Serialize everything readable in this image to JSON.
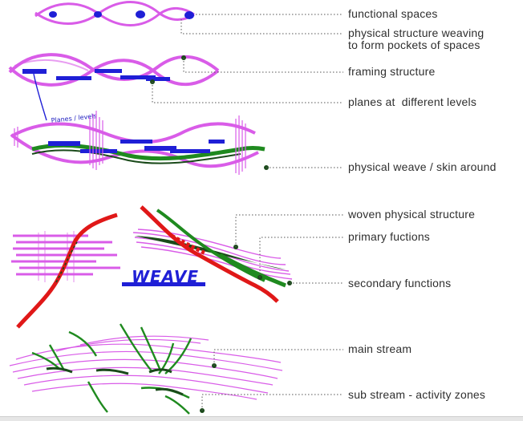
{
  "colors": {
    "magenta": "#d95ce8",
    "magenta_dark": "#a020c0",
    "blue": "#1f1fd6",
    "green": "#1f8a1f",
    "dark_green": "#1a4a1a",
    "red": "#e01818",
    "leader": "#555555",
    "text": "#2f2f2f"
  },
  "labels": {
    "functional_spaces": "functional spaces",
    "physical_structure_weaving_1": "physical structure weaving",
    "physical_structure_weaving_2": "to form pockets of spaces",
    "framing_structure": "framing structure",
    "planes_at_levels": "planes at  different levels",
    "physical_weave": "physical weave / skin around",
    "woven_physical_structure": "woven physical structure",
    "primary_functions": "primary fuctions",
    "secondary_functions": "secondary functions",
    "main_stream": "main stream",
    "sub_stream": "sub stream - activity zones"
  },
  "sketch_text": {
    "planes_levels": "Planes / levels",
    "weave": "WEAVE"
  }
}
